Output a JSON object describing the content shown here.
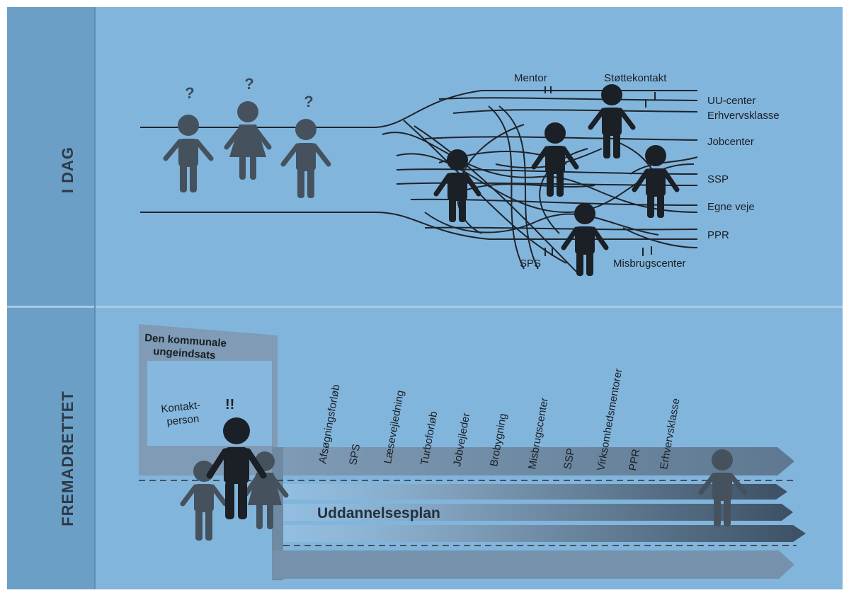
{
  "colors": {
    "panel_bg": "#82b5dc",
    "side_strip": "#6c9fc6",
    "divider": "#a8cbe6",
    "road_line": "#1e242b",
    "figure_grey": "#45525e",
    "figure_dark": "#1b2026",
    "arrow_grey": "#6f8aa3",
    "arrow_dark": "#3f5468"
  },
  "top_section": {
    "title": "I DAG",
    "question_marks": [
      "?",
      "?",
      "?"
    ],
    "labels_top": [
      "Mentor",
      "Støttekontakt"
    ],
    "labels_right": [
      "UU-center",
      "Erhvervsklasse",
      "Jobcenter",
      "SSP",
      "Egne veje",
      "PPR"
    ],
    "labels_bottom": [
      "SPS",
      "Misbrugscenter"
    ]
  },
  "bottom_section": {
    "title": "FREMADRETTET",
    "box_title_line1": "Den kommunale",
    "box_title_line2": "ungeindsats",
    "contact_line1": "Kontakt-",
    "contact_line2": "person",
    "exclamation": "!!",
    "services": [
      "Afsøgningsforløb",
      "SPS",
      "Læsevejledning",
      "Turboforløb",
      "Jobvejleder",
      "Brobygning",
      "Misbrugscenter",
      "SSP",
      "Virksomhedsmentorer",
      "PPR",
      "Erhvervsklasse"
    ],
    "plan_label": "Uddannelsesplan"
  }
}
